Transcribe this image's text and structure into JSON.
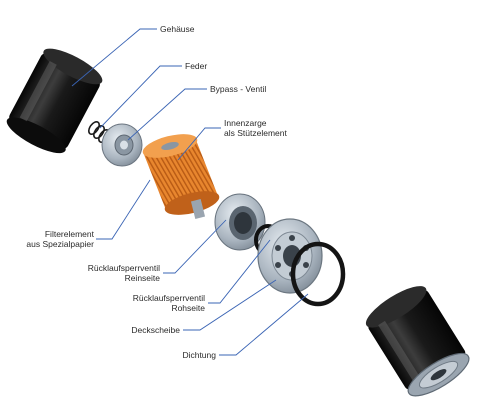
{
  "labels": {
    "gehaeuse": "Gehäuse",
    "feder": "Feder",
    "bypass_ventil": "Bypass - Ventil",
    "innenzarge_line1": "Innenzarge",
    "innenzarge_line2": "als Stützelement",
    "filterelement_line1": "Filterelement",
    "filterelement_line2": "aus Spezialpapier",
    "ruecklauf_rein_line1": "Rücklaufsperrventil",
    "ruecklauf_rein_line2": "Reinseite",
    "ruecklauf_roh_line1": "Rücklaufsperrventil",
    "ruecklauf_roh_line2": "Rohseite",
    "deckscheibe": "Deckscheibe",
    "dichtung": "Dichtung"
  },
  "colors": {
    "leader_line": "#3a64b4",
    "housing": "#151515",
    "filter_paper": "#e8862e",
    "metal": "#a9b4bf",
    "gasket": "#141414"
  }
}
